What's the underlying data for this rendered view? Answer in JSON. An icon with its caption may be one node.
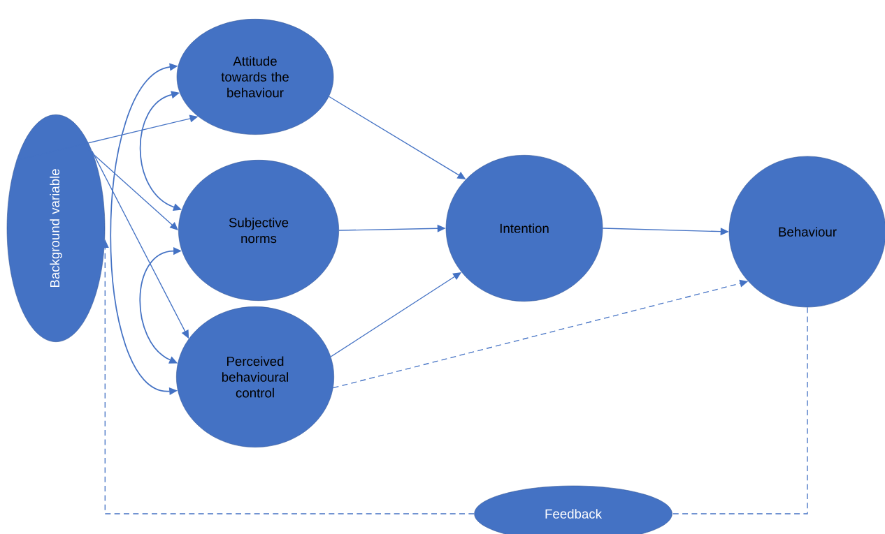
{
  "diagram": {
    "nodes": [
      {
        "text": [
          "Background variable"
        ]
      },
      {
        "text": [
          "Attitude towards the behaviour"
        ]
      },
      {
        "text": [
          "Subjective norms"
        ]
      },
      {
        "text": [
          "Perceived behavioural control"
        ]
      },
      {
        "text": [
          "Intention"
        ]
      },
      {
        "text": [
          "Behaviour"
        ]
      },
      {
        "text": [
          "Feedback"
        ]
      }
    ],
    "edges": [
      {
        "from": 0,
        "to": 1,
        "arrow": "to"
      },
      {
        "from": 0,
        "to": 2,
        "arrow": "to"
      },
      {
        "from": 0,
        "to": 3,
        "arrow": "to"
      },
      {
        "from": 1,
        "to": 2,
        "arrow": "both"
      },
      {
        "from": 2,
        "to": 3,
        "arrow": "both"
      },
      {
        "from": 1,
        "to": 3,
        "arrow": "both"
      },
      {
        "from": 1,
        "to": 4,
        "arrow": "to"
      },
      {
        "from": 2,
        "to": 4,
        "arrow": "to"
      },
      {
        "from": 3,
        "to": 4,
        "arrow": "to"
      },
      {
        "from": 4,
        "to": 5,
        "arrow": "to"
      },
      {
        "from": 3,
        "to": 5,
        "arrow": "to",
        "style": "dashed"
      },
      {
        "from": 5,
        "to": 6,
        "arrow": "none",
        "style": "dashed"
      },
      {
        "from": 6,
        "to": 0,
        "arrow": "to",
        "style": "dashed"
      }
    ]
  }
}
